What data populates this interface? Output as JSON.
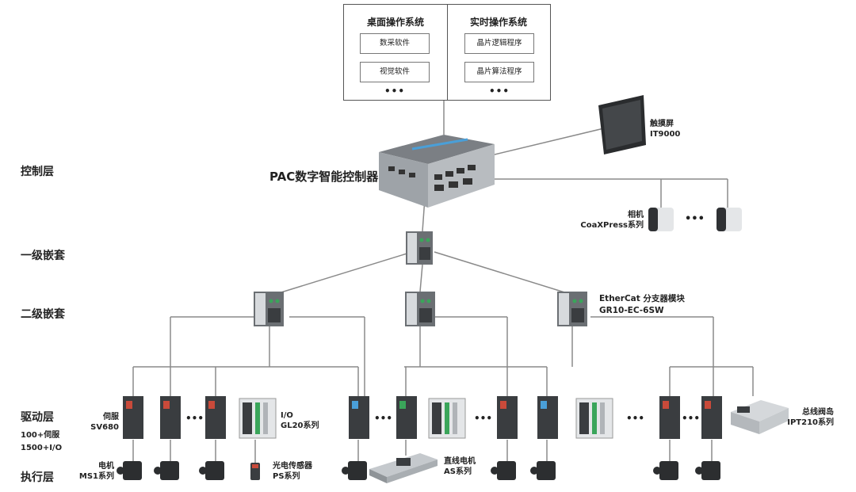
{
  "layers": {
    "control": "控制层",
    "nest1": "一级嵌套",
    "nest2": "二级嵌套",
    "drive": "驱动层",
    "drive_sub1": "100+伺服",
    "drive_sub2": "1500+I/O",
    "exec": "执行层"
  },
  "os": {
    "desktop": {
      "title": "桌面操作系统",
      "items": [
        "数采软件",
        "视觉软件"
      ],
      "more": "•••"
    },
    "realtime": {
      "title": "实时操作系统",
      "items": [
        "晶片逻辑程序",
        "晶片算法程序"
      ],
      "more": "•••"
    }
  },
  "controller": {
    "title": "PAC数字智能控制器"
  },
  "touchscreen": {
    "name": "触摸屏",
    "model": "IT9000"
  },
  "camera": {
    "name": "相机",
    "model": "CoaXPress系列",
    "dots": "•••"
  },
  "splitter": {
    "name": "EtherCat 分支器模块",
    "model": "GR10-EC-6SW"
  },
  "servo": {
    "name": "伺服",
    "model": "SV680"
  },
  "io": {
    "name": "I/O",
    "model": "GL20系列"
  },
  "valve": {
    "name": "总线阀岛",
    "model": "IPT210系列"
  },
  "motor": {
    "name": "电机",
    "model": "MS1系列"
  },
  "sensor": {
    "name": "光电传感器",
    "model": "PS系列"
  },
  "linear": {
    "name": "直线电机",
    "model": "AS系列"
  },
  "dots": "•••",
  "colors": {
    "line": "#8a8a8a",
    "device_dark": "#3a3d40",
    "device_light": "#e4e6e8",
    "accent_blue": "#4a9fd8",
    "accent_green": "#3aa55a"
  }
}
